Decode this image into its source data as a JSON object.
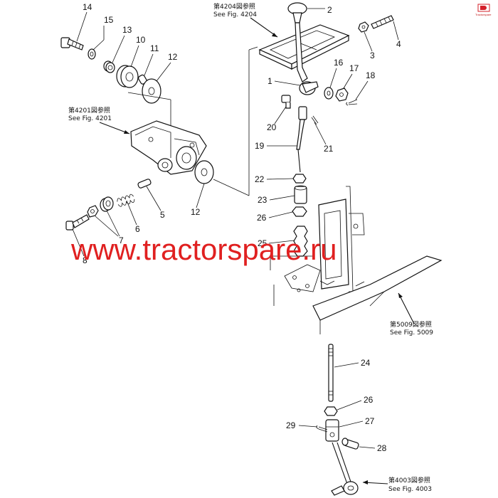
{
  "watermark": "www.tractorspare.ru",
  "logo": {
    "caption": "Tractorspare",
    "color": "#d4202a"
  },
  "watermark_color": "#e02020",
  "references": {
    "fig4204": {
      "jp": "第4204図参照",
      "en": "See  Fig. 4204"
    },
    "fig4201": {
      "jp": "第4201図参照",
      "en": "See  Fig. 4201"
    },
    "fig5009": {
      "jp": "第5009図参照",
      "en": "See  Fig. 5009"
    },
    "fig4003": {
      "jp": "第4003図参照",
      "en": "See  Fig. 4003"
    }
  },
  "callouts": {
    "c14": "14",
    "c15": "15",
    "c13": "13",
    "c10": "10",
    "c11": "11",
    "c12a": "12",
    "c2": "2",
    "c4": "4",
    "c3": "3",
    "c1": "1",
    "c16": "16",
    "c17": "17",
    "c18": "18",
    "c20": "20",
    "c21": "21",
    "c19": "19",
    "c22": "22",
    "c23": "23",
    "c26a": "26",
    "c25": "25",
    "c5": "5",
    "c6": "6",
    "c7": "7",
    "c8": "8",
    "c12b": "12",
    "c24": "24",
    "c26b": "26",
    "c27": "27",
    "c29": "29",
    "c28": "28"
  }
}
